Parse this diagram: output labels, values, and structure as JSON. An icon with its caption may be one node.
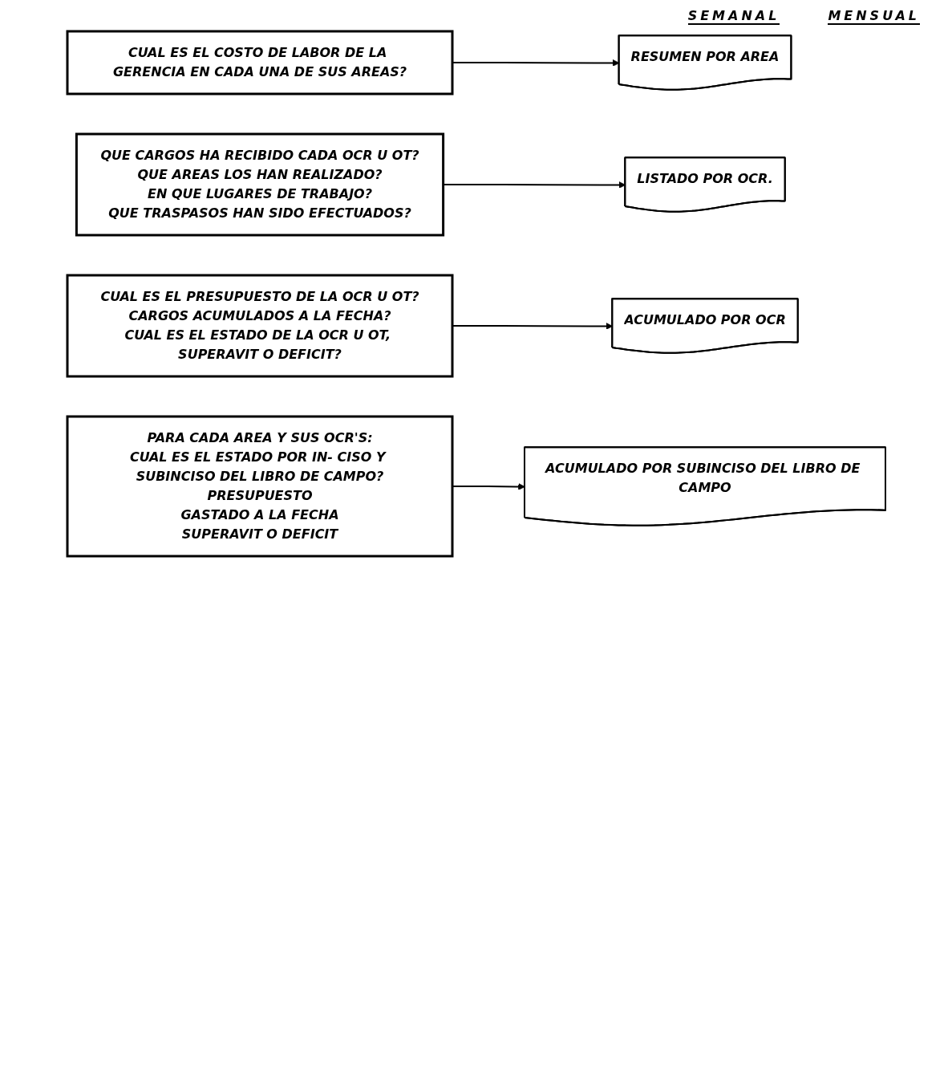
{
  "diagram": {
    "nodes": [
      {
        "text": [
          "CUAL ES EL COSTO DE LABOR DE LA GERENCIA EN CADA UNA DE SUS AREAS?"
        ]
      },
      {
        "text": [
          "RESUMEN POR AREA"
        ]
      },
      {
        "text": [
          "QUE CARGOS HA RECIBIDO CADA OCR U OT?",
          "QUE AREAS LOS HAN REALIZADO?",
          "EN QUE LUGARES DE TRABAJO?",
          "QUE TRASPASOS HAN SIDO EFECTUADOS?"
        ]
      },
      {
        "text": [
          "LISTADO POR OCR."
        ]
      },
      {
        "text": [
          "CUAL ES EL PRESUPUESTO DE LA OCR U OT?",
          "CARGOS ACUMULADOS A LA FECHA?",
          "CUAL ES EL ESTADO DE LA OCR U OT, SUPERAVIT O DEFICIT?"
        ]
      },
      {
        "text": [
          "ACUMULADO POR OCR"
        ]
      },
      {
        "text": [
          "PARA CADA AREA Y SUS OCR'S:",
          "CUAL ES EL ESTADO POR IN- CISO Y SUBINCISO DEL LIBRO DE CAMPO?",
          "PRESUPUESTO",
          "GASTADO A LA FECHA",
          "SUPERAVIT O DEFICIT"
        ]
      },
      {
        "text": [
          "ACUMULADO POR SUBINCISO DEL LIBRO DE CAMPO"
        ]
      }
    ],
    "edges": [
      {
        "from": 0,
        "to": 1,
        "arrow": "to"
      },
      {
        "from": 2,
        "to": 3,
        "arrow": "to"
      },
      {
        "from": 4,
        "to": 5,
        "arrow": "to"
      },
      {
        "from": 6,
        "to": 7,
        "arrow": "to"
      }
    ],
    "labels": [
      "SEMANAL",
      "MENSUAL"
    ]
  }
}
